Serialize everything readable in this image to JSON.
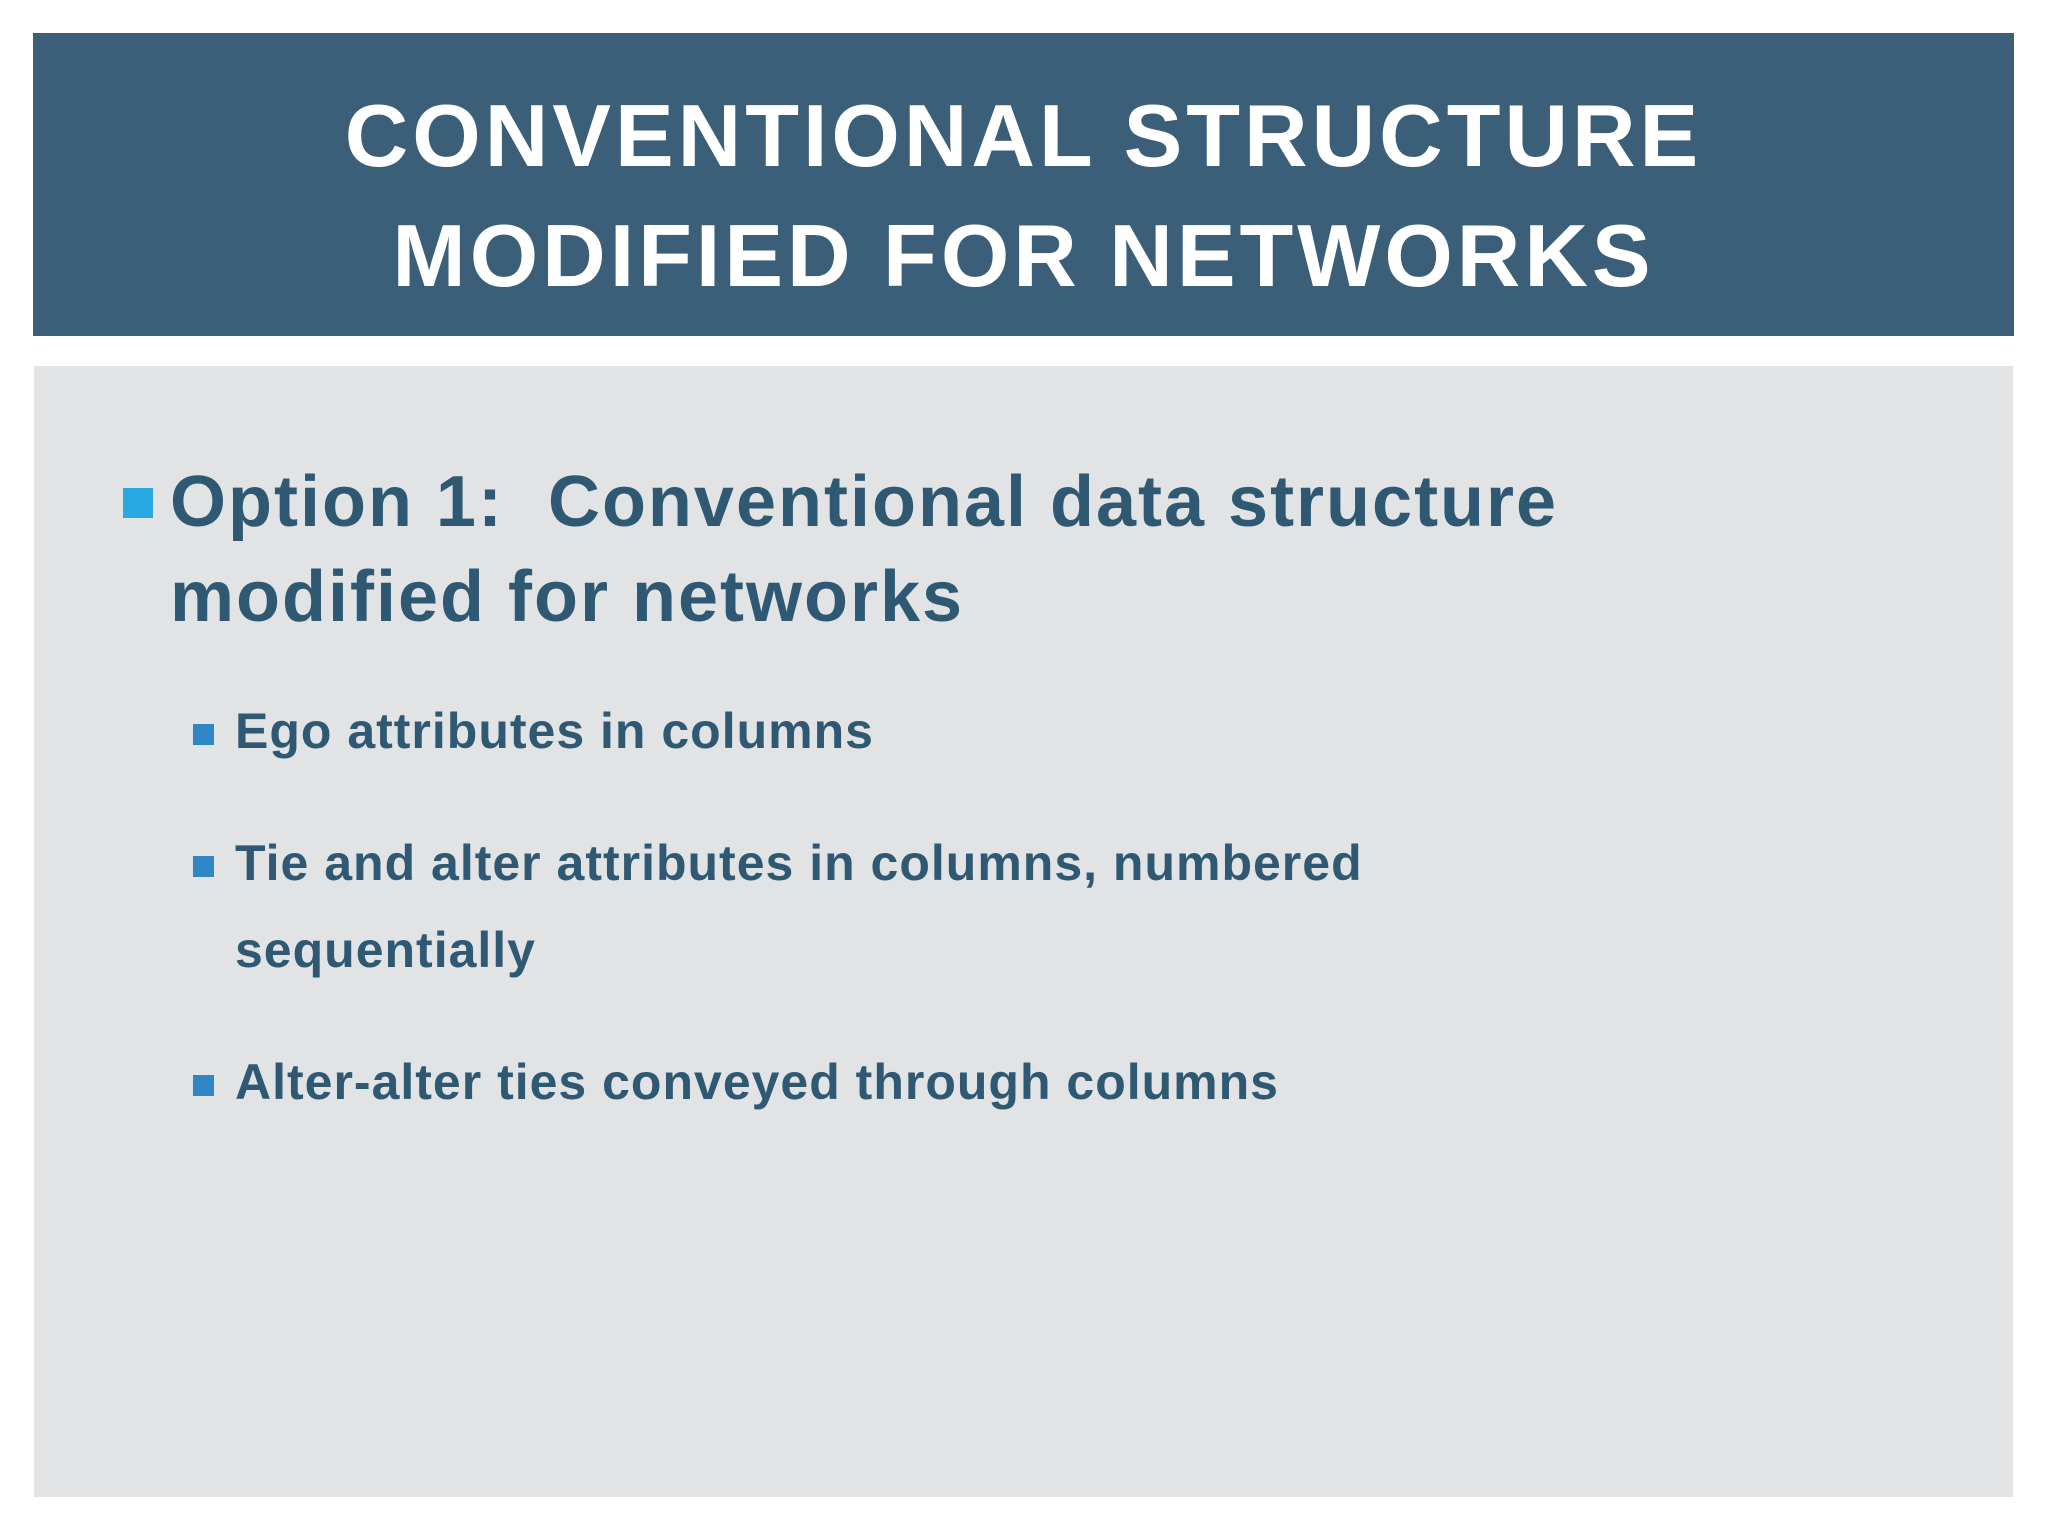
{
  "slide": {
    "title": "CONVENTIONAL STRUCTURE\nMODIFIED FOR NETWORKS",
    "bullets": {
      "level1": {
        "text": "Option 1:  Conventional data structure\nmodified for networks",
        "children": [
          {
            "text": "Ego attributes in columns"
          },
          {
            "text": "Tie and alter attributes in columns, numbered\nsequentially"
          },
          {
            "text": "Alter-alter ties conveyed through columns"
          }
        ]
      }
    },
    "colors": {
      "header_bg": "#3B5F78",
      "panel_bg": "#E1E3E5",
      "title_text": "#FFFFFF",
      "body_text": "#2F5972",
      "level1_bullet": "#29A9E1",
      "level2_bullet": "#2E86C4",
      "page_bg": "#FFFFFF"
    }
  }
}
